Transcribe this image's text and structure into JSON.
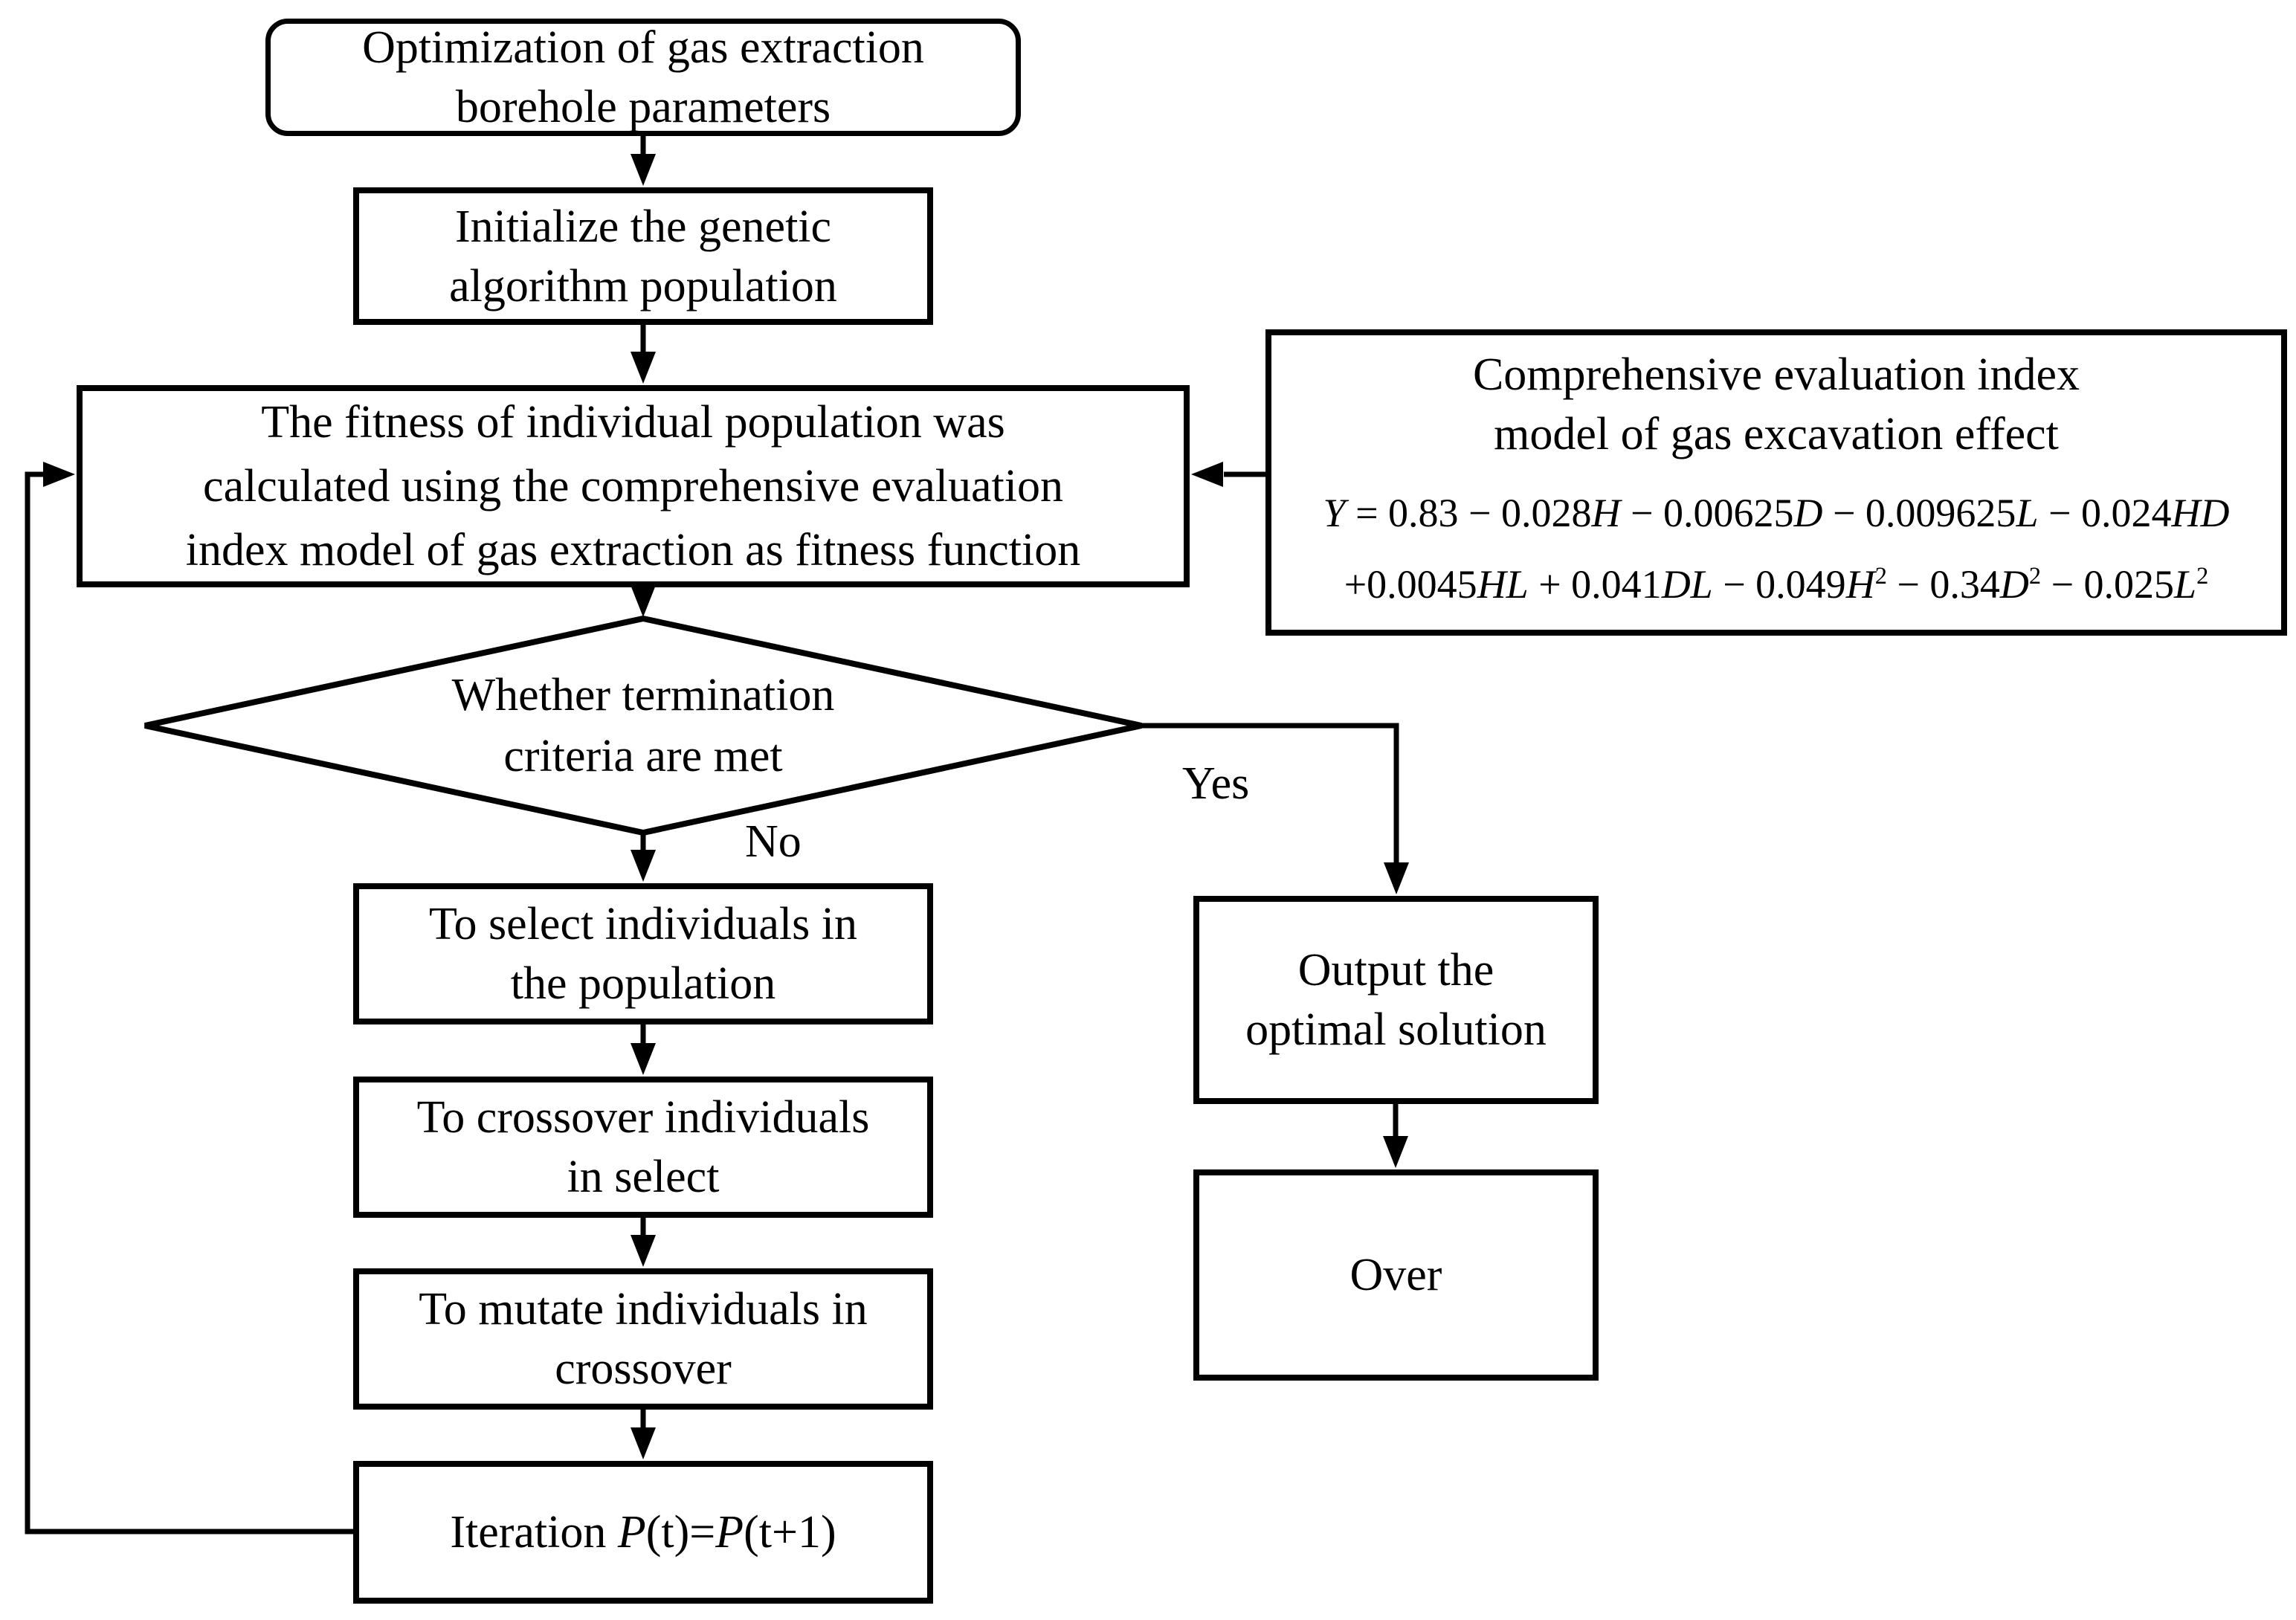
{
  "figure": {
    "background_color": "#ffffff",
    "line_color": "#000000",
    "nodes": {
      "start": {
        "shape": "rounded-rect",
        "lines": [
          "Optimization of gas extraction",
          "borehole parameters"
        ]
      },
      "initialize": {
        "shape": "rect",
        "lines": [
          "Initialize the genetic",
          "algorithm population"
        ]
      },
      "fitness": {
        "shape": "rect",
        "lines": [
          "The fitness of individual population was",
          "calculated using the comprehensive evaluation",
          "index model of gas extraction as fitness function"
        ]
      },
      "model": {
        "shape": "rect",
        "title_lines": [
          "Comprehensive evaluation index",
          "model of gas excavation effect"
        ],
        "formula_line1": [
          {
            "t": "Y",
            "i": 1
          },
          {
            "t": " = 0.83 − 0.028"
          },
          {
            "t": "H",
            "i": 1
          },
          {
            "t": " − 0.00625"
          },
          {
            "t": "D",
            "i": 1
          },
          {
            "t": " − 0.009625"
          },
          {
            "t": "L",
            "i": 1
          },
          {
            "t": " − 0.024"
          },
          {
            "t": "HD",
            "i": 1
          }
        ],
        "formula_line2": [
          {
            "t": "+0.0045"
          },
          {
            "t": "HL",
            "i": 1
          },
          {
            "t": " + 0.041"
          },
          {
            "t": "DL",
            "i": 1
          },
          {
            "t": " − 0.049"
          },
          {
            "t": "H",
            "i": 1
          },
          {
            "t": "2",
            "sup": 1
          },
          {
            "t": " − 0.34"
          },
          {
            "t": "D",
            "i": 1
          },
          {
            "t": "2",
            "sup": 1
          },
          {
            "t": " − 0.025"
          },
          {
            "t": "L",
            "i": 1
          },
          {
            "t": "2",
            "sup": 1
          }
        ]
      },
      "decision": {
        "shape": "diamond",
        "lines": [
          "Whether termination",
          "criteria are met"
        ]
      },
      "select": {
        "shape": "rect",
        "lines": [
          "To select individuals in",
          "the population"
        ]
      },
      "crossover": {
        "shape": "rect",
        "lines": [
          "To crossover individuals",
          "in select"
        ]
      },
      "mutate": {
        "shape": "rect",
        "lines": [
          "To mutate individuals in",
          "crossover"
        ]
      },
      "iteration": {
        "shape": "rect",
        "rich": [
          {
            "t": "Iteration "
          },
          {
            "t": "P",
            "i": 1
          },
          {
            "t": "(t)="
          },
          {
            "t": "P",
            "i": 1
          },
          {
            "t": "(t+1)"
          }
        ]
      },
      "output": {
        "shape": "rect",
        "lines": [
          "Output the",
          "optimal solution"
        ]
      },
      "over": {
        "shape": "rect",
        "lines": [
          "Over"
        ]
      }
    },
    "edge_labels": {
      "yes": "Yes",
      "no": "No"
    }
  }
}
